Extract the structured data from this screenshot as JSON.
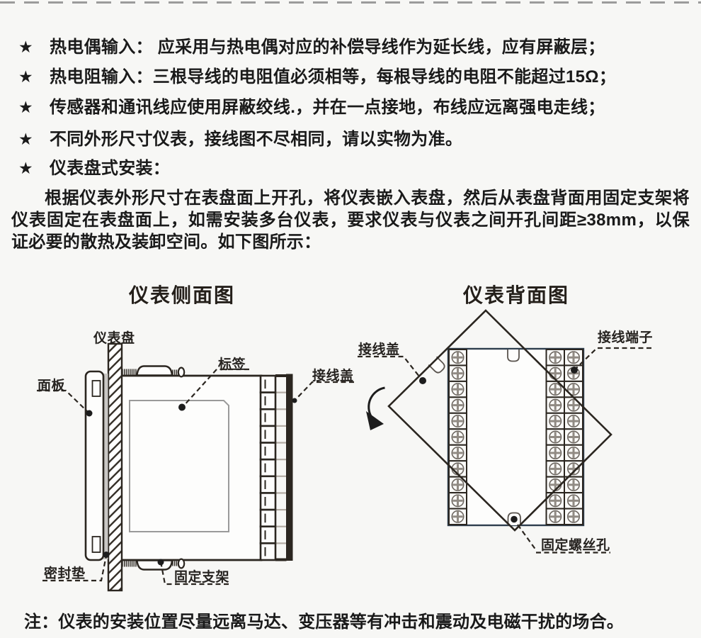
{
  "page": {
    "star": "★",
    "bullets": [
      {
        "text": "热电偶输入： 应采用与热电偶对应的补偿导线作为延长线，应有屏蔽层；"
      },
      {
        "text": "热电阻输入：三根导线的电阻值必须相等，每根导线的电阻不能超过15Ω；"
      },
      {
        "text": "传感器和通讯线应使用屏蔽绞线.，并在一点接地，布线应远离强电走线；"
      },
      {
        "text": "不同外形尺寸仪表，接线图不尽相同，请以实物为准。"
      },
      {
        "text": "仪表盘式安装："
      }
    ],
    "paragraph": "根据仪表外形尺寸在表盘面上开孔，将仪表嵌入表盘，然后从表盘背面用固定支架将仪表固定在表盘面上，如需安装多台仪表，要求仪表与仪表之间开孔间距≥38mm，以保证必要的散热及装卸空间。如下图所示：",
    "note": "注：仪表的安装位置尽量远离马达、变压器等有冲击和震动及电磁干扰的场合。"
  },
  "diagrams": {
    "side_view": {
      "title": "仪表侧面图",
      "labels": {
        "panel_board": "仪表盘",
        "front_panel": "面板",
        "label_sticker": "标签",
        "terminal_cover": "接线盖",
        "seal_gasket": "密封垫",
        "fixing_bracket": "固定支架"
      },
      "terminal_rows": 11
    },
    "back_view": {
      "title": "仪表背面图",
      "labels": {
        "terminal_cover": "接线盖",
        "terminal_block": "接线端子",
        "fixing_screw_hole": "固定螺丝孔"
      },
      "left_terminal_rows": 11,
      "right_terminal_columns": 2,
      "right_terminal_rows": 11
    },
    "colors": {
      "line": "#2b2620",
      "block_outline": "#2e3e4e",
      "screw_cross": "#918b84",
      "screw_ring": "#6e6862",
      "gasket": "#c9c7c4",
      "label_box": "#9a9a9a",
      "rung": "#b3aca4"
    }
  }
}
